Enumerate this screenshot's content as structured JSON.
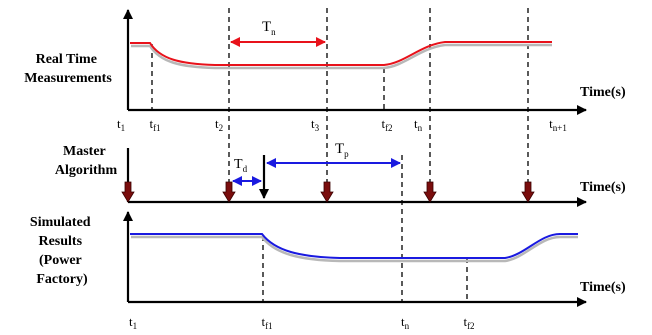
{
  "panels": {
    "real_time": {
      "label_lines": [
        "Real Time",
        "Measurements"
      ],
      "axis_label": "Time(s)"
    },
    "master": {
      "label_lines": [
        "Master",
        "Algorithm"
      ],
      "axis_label": "Time(s)"
    },
    "simulated": {
      "label_lines": [
        "Simulated",
        "Results",
        "(Power",
        "Factory)"
      ],
      "axis_label": "Time(s)"
    }
  },
  "annotations": {
    "tn": {
      "main": "T",
      "sub": "n"
    },
    "td": {
      "main": "T",
      "sub": "d"
    },
    "tp": {
      "main": "T",
      "sub": "p"
    }
  },
  "ticks_top": [
    {
      "main": "t",
      "sub": "1"
    },
    {
      "main": "t",
      "sub": "f1"
    },
    {
      "main": "t",
      "sub": "2"
    },
    {
      "main": "t",
      "sub": "3"
    },
    {
      "main": "t",
      "sub": "f2"
    },
    {
      "main": "t",
      "sub": "n"
    },
    {
      "main": "t",
      "sub": "n+1"
    }
  ],
  "ticks_bottom": [
    {
      "main": "t",
      "sub": "1"
    },
    {
      "main": "t",
      "sub": "f1"
    },
    {
      "main": "t",
      "sub": "n"
    },
    {
      "main": "t",
      "sub": "f2"
    }
  ],
  "colors": {
    "measured_curve": "#e8121b",
    "simulated_curve": "#1a1ae0",
    "interval_arrow_red": "#e8121b",
    "interval_arrow_blue": "#1a1ae0",
    "event_arrow": "#7a0d0d",
    "shadow": "#b8b8b8"
  }
}
